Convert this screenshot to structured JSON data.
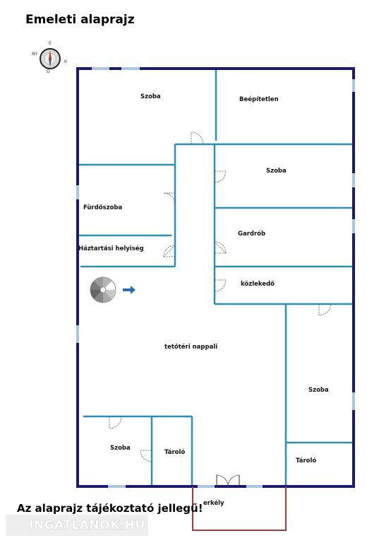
{
  "title": "Emeleti alaprajz",
  "compass": {
    "north": "É",
    "east": "K",
    "south": "D",
    "west": "NY"
  },
  "rooms": {
    "szoba_top": "Szoba",
    "beepitetlen": "Beépítetlen",
    "szoba_right": "Szoba",
    "furdoszoba": "Fürdőszoba",
    "gardrob": "Gardrób",
    "haztartasi": "Háztartási helyiség",
    "kozlekedo": "közlekedő",
    "nappali": "tetőtéri nappali",
    "szoba_right_low": "Szoba",
    "szoba_bottom": "Szoba",
    "tarolo_mid": "Tároló",
    "tarolo_right": "Tároló",
    "erkely": "erkély"
  },
  "disclaimer": "Az alaprajz tájékoztató jellegű!",
  "brand": "INGATLANOK.HU",
  "colors": {
    "outer_wall": "#1a1a6e",
    "inner_wall": "#2a8fb0",
    "window": "#a8c8e0",
    "balcony": "#a33a3a",
    "door_arc": "#555555",
    "arrow": "#2a6fb0"
  }
}
